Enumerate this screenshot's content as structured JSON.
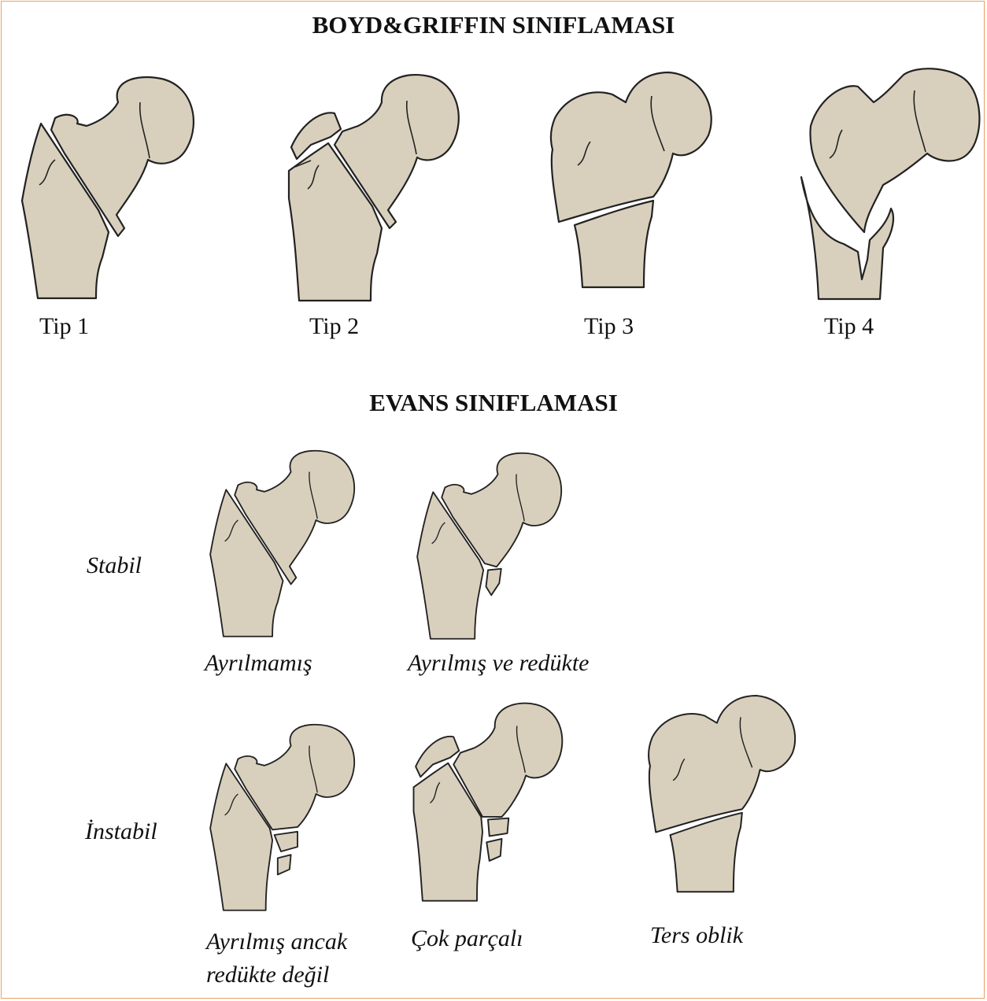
{
  "top": {
    "title": "BOYD&GRIFFIN SINIFLAMASI",
    "types": [
      "Tip 1",
      "Tip 2",
      "Tip 3",
      "Tip 4"
    ]
  },
  "bottom": {
    "title": "EVANS SINIFLAMASI",
    "row_stable": {
      "label": "Stabil",
      "items": [
        "Ayrılmamış",
        "Ayrılmış ve redükte"
      ]
    },
    "row_unstable": {
      "label": "İnstabil",
      "items": [
        "Ayrılmış ancak\nredükte değil",
        "Çok parçalı",
        "Ters oblik"
      ]
    }
  },
  "colors": {
    "bone_fill": "#d8d0bd",
    "outline": "#222222",
    "frame": "#e8a064"
  }
}
